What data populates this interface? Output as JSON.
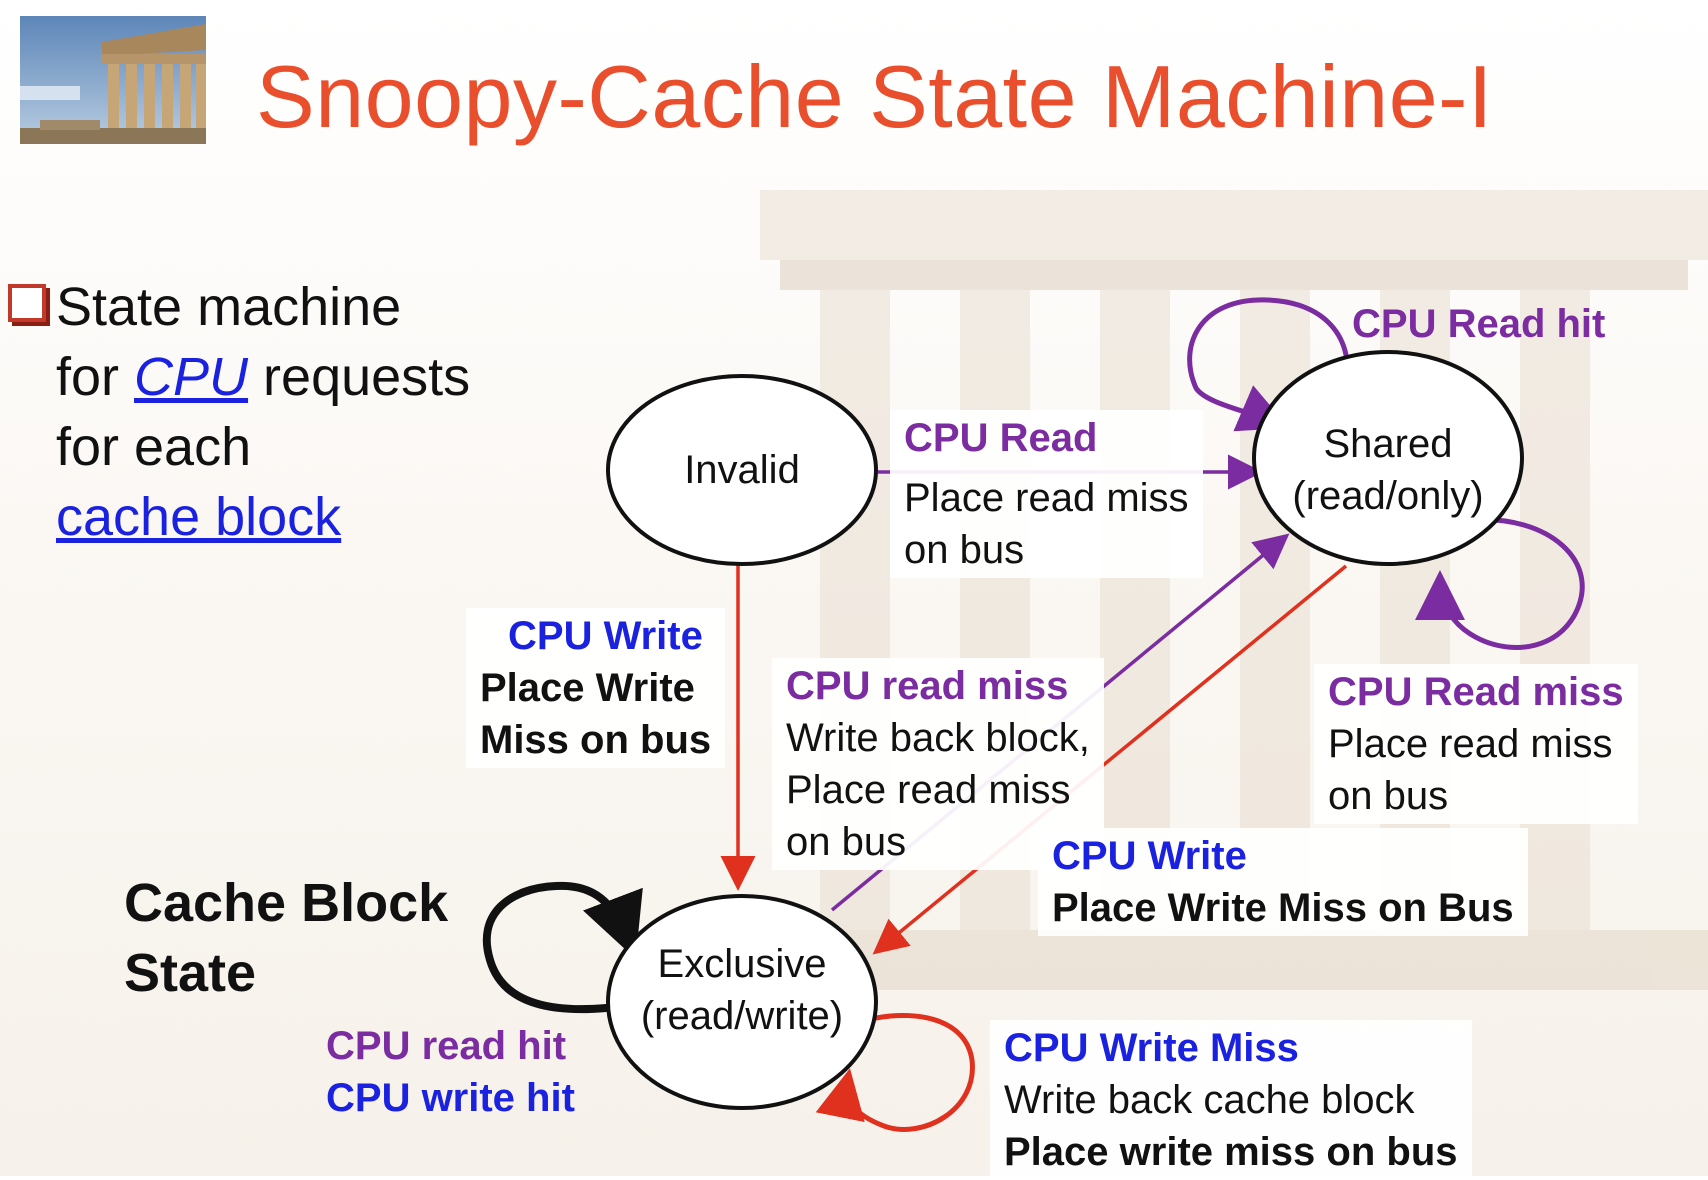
{
  "slide": {
    "title": "Snoopy-Cache State Machine-I",
    "bullet": {
      "line1": "State machine",
      "line2_prefix": "for ",
      "line2_link": "CPU",
      "line2_suffix": " requests",
      "line3": "for each",
      "line4_link": "cache block"
    }
  },
  "diagram": {
    "legend_title_line1": "Cache Block",
    "legend_title_line2": "State",
    "states": {
      "invalid": "Invalid",
      "shared_line1": "Shared",
      "shared_line2": "(read/only)",
      "exclusive_line1": "Exclusive",
      "exclusive_line2": "(read/write)"
    },
    "transitions": {
      "invalid_to_shared": {
        "event": "CPU Read",
        "action_line1": "Place read miss",
        "action_line2": "on bus"
      },
      "invalid_to_exclusive": {
        "event": "CPU Write",
        "action_line1": "Place Write",
        "action_line2": "Miss on bus"
      },
      "shared_self_hit": {
        "event": "CPU Read hit"
      },
      "shared_self_miss": {
        "event": "CPU Read miss",
        "action_line1": "Place read miss",
        "action_line2": "on bus"
      },
      "exclusive_to_shared": {
        "event": "CPU read miss",
        "action_line1": "Write back block,",
        "action_line2": "Place read miss",
        "action_line3": "on bus"
      },
      "shared_to_exclusive": {
        "event": "CPU Write",
        "action_line1": "Place Write Miss on Bus"
      },
      "exclusive_self_hit": {
        "event_line1": "CPU read hit",
        "event_line2": "CPU write hit"
      },
      "exclusive_self_write_miss": {
        "event": "CPU Write Miss",
        "action_line1": "Write back cache block",
        "action_line2": "Place write miss on bus"
      }
    }
  },
  "colors": {
    "title": "#ea4f2d",
    "purple": "#7a2ca0",
    "blue": "#1a22e0",
    "red": "#e0301e"
  }
}
